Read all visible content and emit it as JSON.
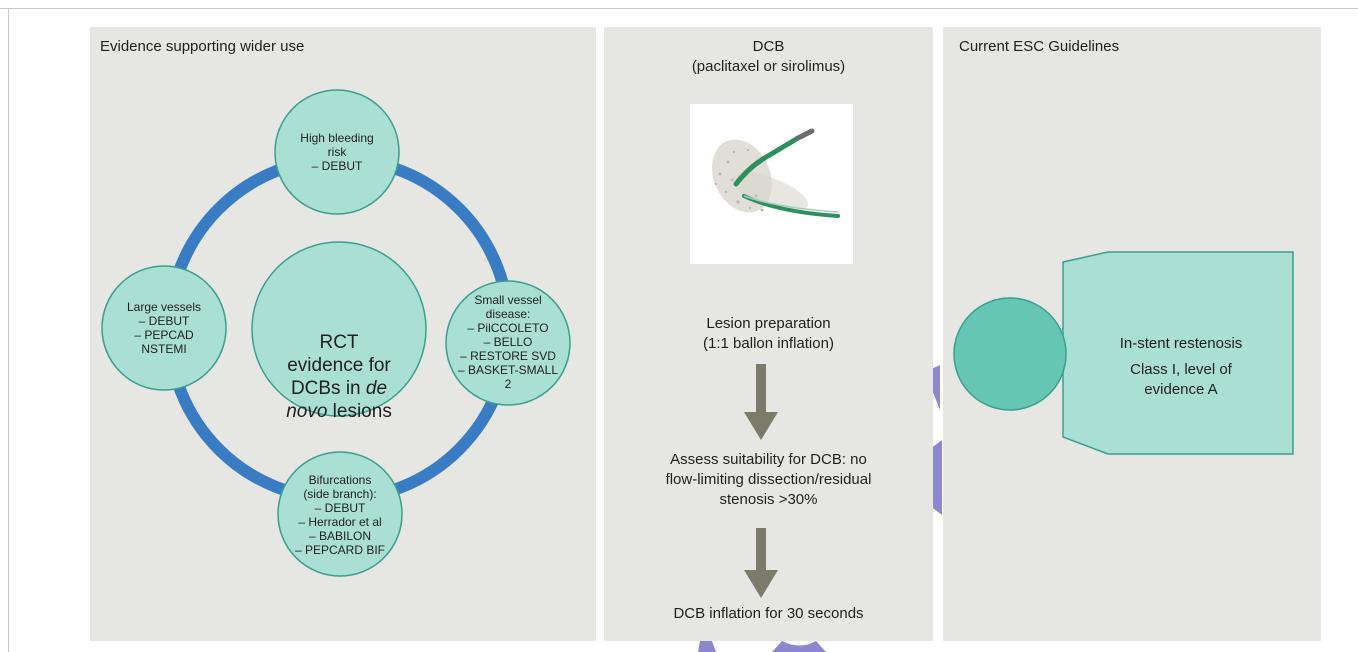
{
  "colors": {
    "panel_bg": "#e6e6e3",
    "ring_blue": "#3a7cc4",
    "node_fill": "#aadfd3",
    "node_stroke": "#3a9f8e",
    "center_fill": "#aadfd3",
    "esc_circle_fill": "#66c6b4",
    "arrow_gray": "#7b7b6c",
    "decor_purple": "#8d87cf"
  },
  "left_panel": {
    "title": "Evidence supporting wider use",
    "center": {
      "line1": "RCT",
      "line2": "evidence for",
      "line3": "DCBs in",
      "italic": "de",
      "line4_italic": "novo",
      "line4_rest": " lesions"
    },
    "nodes": {
      "top": [
        "High bleeding",
        "risk",
        "– DEBUT"
      ],
      "left": [
        "Large vessels",
        "– DEBUT",
        "– PEPCAD",
        "NSTEMI"
      ],
      "right": [
        "Small vessel",
        "disease:",
        "– PilCCOLETO",
        "– BELLO",
        "– RESTORE SVD",
        "– BASKET-SMALL",
        "2"
      ],
      "bottom": [
        "Bifurcations",
        "(side branch):",
        "– DEBUT",
        "– Herrador et al",
        "– BABILON",
        "– PEPCARD BIF"
      ]
    }
  },
  "middle_panel": {
    "title_line1": "DCB",
    "title_line2": "(paclitaxel or sirolimus)",
    "step1_line1": "Lesion preparation",
    "step1_line2": "(1:1 ballon inflation)",
    "step2_line1": "Assess suitability for DCB: no",
    "step2_line2": "flow-limiting dissection/residual",
    "step2_line3": "stenosis >30%",
    "step3": "DCB inflation for 30 seconds"
  },
  "right_panel": {
    "title": "Current ESC Guidelines",
    "line1": "In-stent restenosis",
    "line2": "Class I, level of",
    "line3": "evidence A"
  }
}
